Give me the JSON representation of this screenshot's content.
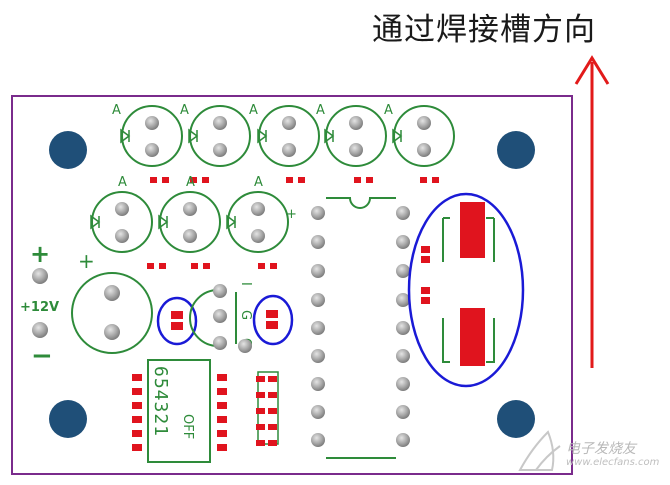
{
  "caption": {
    "title": "通过焊接槽方向"
  },
  "board": {
    "power_plus": "+",
    "power_voltage": "+12V",
    "power_minus": "−",
    "transistor_pins": [
      "I",
      "G",
      "O"
    ],
    "dip_switch_numbers": "654321",
    "dip_switch_off": "OFF",
    "led_anode_marks": [
      "A",
      "A",
      "A",
      "A",
      "A",
      "A",
      "A",
      "A"
    ],
    "cap_plus": "+"
  },
  "watermark": {
    "name": "电子发烧友",
    "url": "www.elecfans.com"
  },
  "colors": {
    "board_outline": "#7a2b8c",
    "silk_green": "#2e8b3a",
    "pad_gray": "#9a9a9a",
    "smd_red": "#e0141e",
    "mount_hole": "#1f4f78",
    "highlight_blue": "#1a1ad6",
    "arrow_red": "#e21a1a"
  },
  "icons": {
    "direction": "red-up-arrow-icon",
    "watermark_logo": "elecfans-logo-icon"
  }
}
